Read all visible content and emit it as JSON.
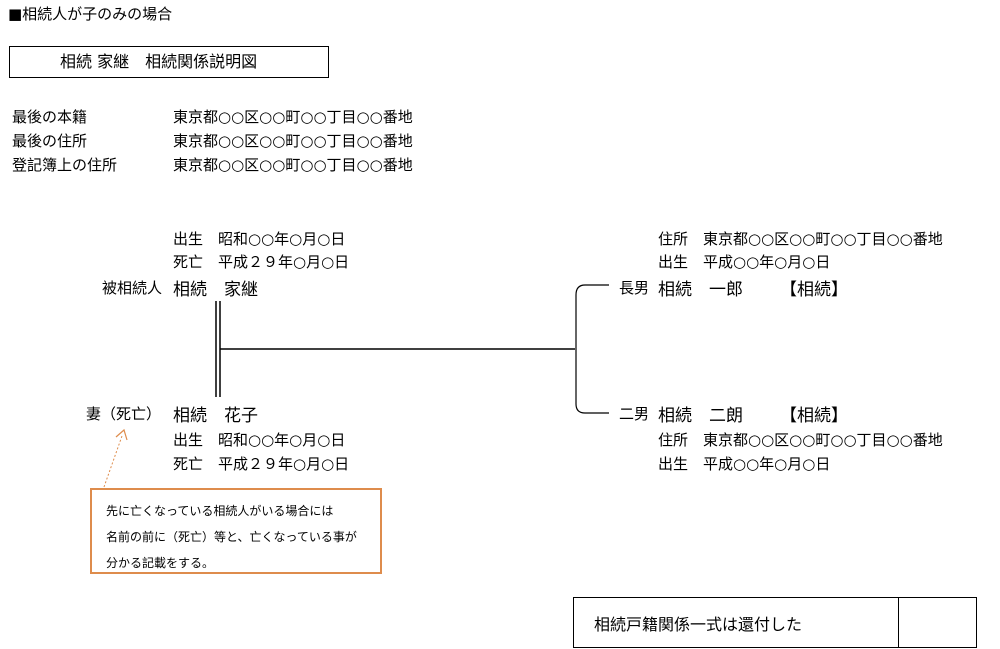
{
  "section_title": "■相続人が子のみの場合",
  "document_title": "相続 家継　相続関係説明図",
  "registry": [
    {
      "label": "最後の本籍",
      "value": "東京都○○区○○町○○丁目○○番地"
    },
    {
      "label": "最後の住所",
      "value": "東京都○○区○○町○○丁目○○番地"
    },
    {
      "label": "登記簿上の住所",
      "value": "東京都○○区○○町○○丁目○○番地"
    }
  ],
  "decedent": {
    "birth": "出生　昭和○○年○月○日",
    "death": "死亡　平成２９年○月○日",
    "role": "被相続人",
    "name": "相続　家継"
  },
  "spouse": {
    "role": "妻（死亡）",
    "name": "相続　花子",
    "birth": "出生　昭和○○年○月○日",
    "death": "死亡　平成２９年○月○日"
  },
  "child1": {
    "address": "住所　東京都○○区○○町○○丁目○○番地",
    "birth": "出生　平成○○年○月○日",
    "role": "長男",
    "name": "相続　一郎",
    "status": "【相続】"
  },
  "child2": {
    "role": "二男",
    "name": "相続　二朗",
    "status": "【相続】",
    "address": "住所　東京都○○区○○町○○丁目○○番地",
    "birth": "出生　平成○○年○月○日"
  },
  "note": {
    "lines": [
      "先に亡くなっている相続人がいる場合には",
      "名前の前に（死亡）等と、亡くなっている事が",
      "分かる記載をする。"
    ],
    "border_color": "#de8c4c"
  },
  "stamp": {
    "text": "相続戸籍関係一式は還付した"
  }
}
